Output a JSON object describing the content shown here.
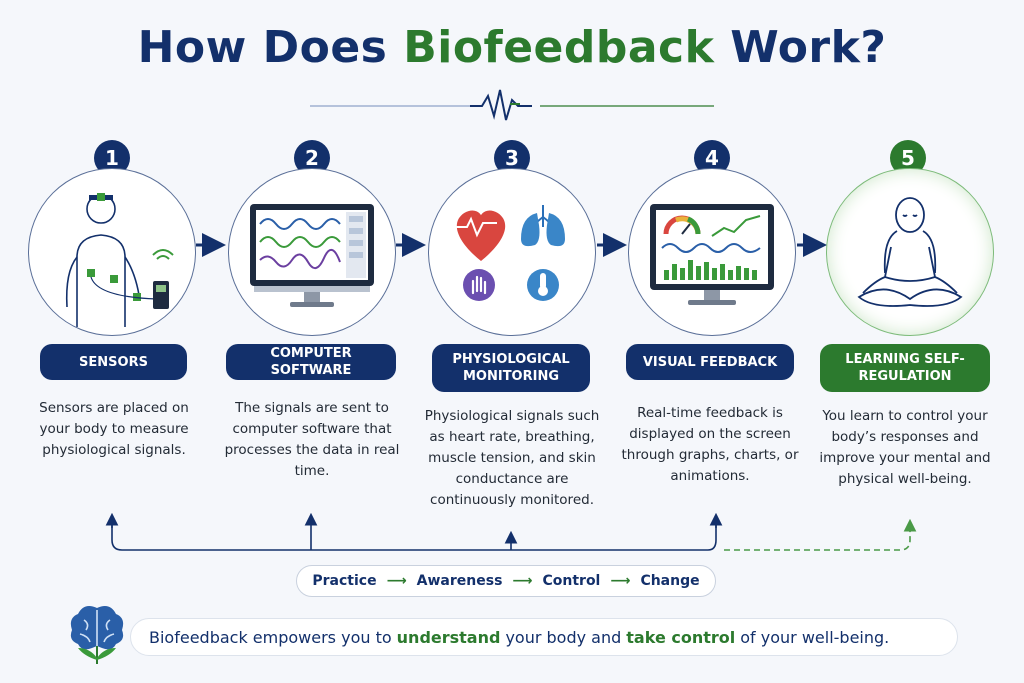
{
  "title": {
    "part1": "How Does",
    "part2": "Biofeedback",
    "part3": "Work?"
  },
  "steps": [
    {
      "num": "1",
      "label": "SENSORS",
      "desc": "Sensors are placed on your body to measure physiological signals."
    },
    {
      "num": "2",
      "label": "COMPUTER SOFTWARE",
      "desc": "The signals are sent to computer software that processes the data in real time."
    },
    {
      "num": "3",
      "label": "PHYSIOLOGICAL MONITORING",
      "desc": "Physiological signals such as heart rate, breathing, muscle tension, and skin conductance are continuously monitored."
    },
    {
      "num": "4",
      "label": "VISUAL FEEDBACK",
      "desc": "Real-time feedback is displayed on the screen through graphs, charts, or animations."
    },
    {
      "num": "5",
      "label": "LEARNING SELF-REGULATION",
      "desc": "You learn to control your body’s responses and improve your mental and physical well-being."
    }
  ],
  "flow": [
    "Practice",
    "Awareness",
    "Control",
    "Change"
  ],
  "footer": {
    "pre": "Biofeedback empowers you to",
    "hl1": "understand",
    "mid": "your body and",
    "hl2": "take control",
    "post": "of your well-being."
  },
  "colors": {
    "navy": "#13306b",
    "green": "#2c7a2e"
  },
  "icons": [
    "human-sensors-icon",
    "monitor-waves-icon",
    "heart-icon",
    "lungs-icon",
    "hand-icon",
    "thermometer-icon",
    "dashboard-monitor-icon",
    "meditation-icon",
    "brain-icon",
    "arrow-right-icon"
  ]
}
